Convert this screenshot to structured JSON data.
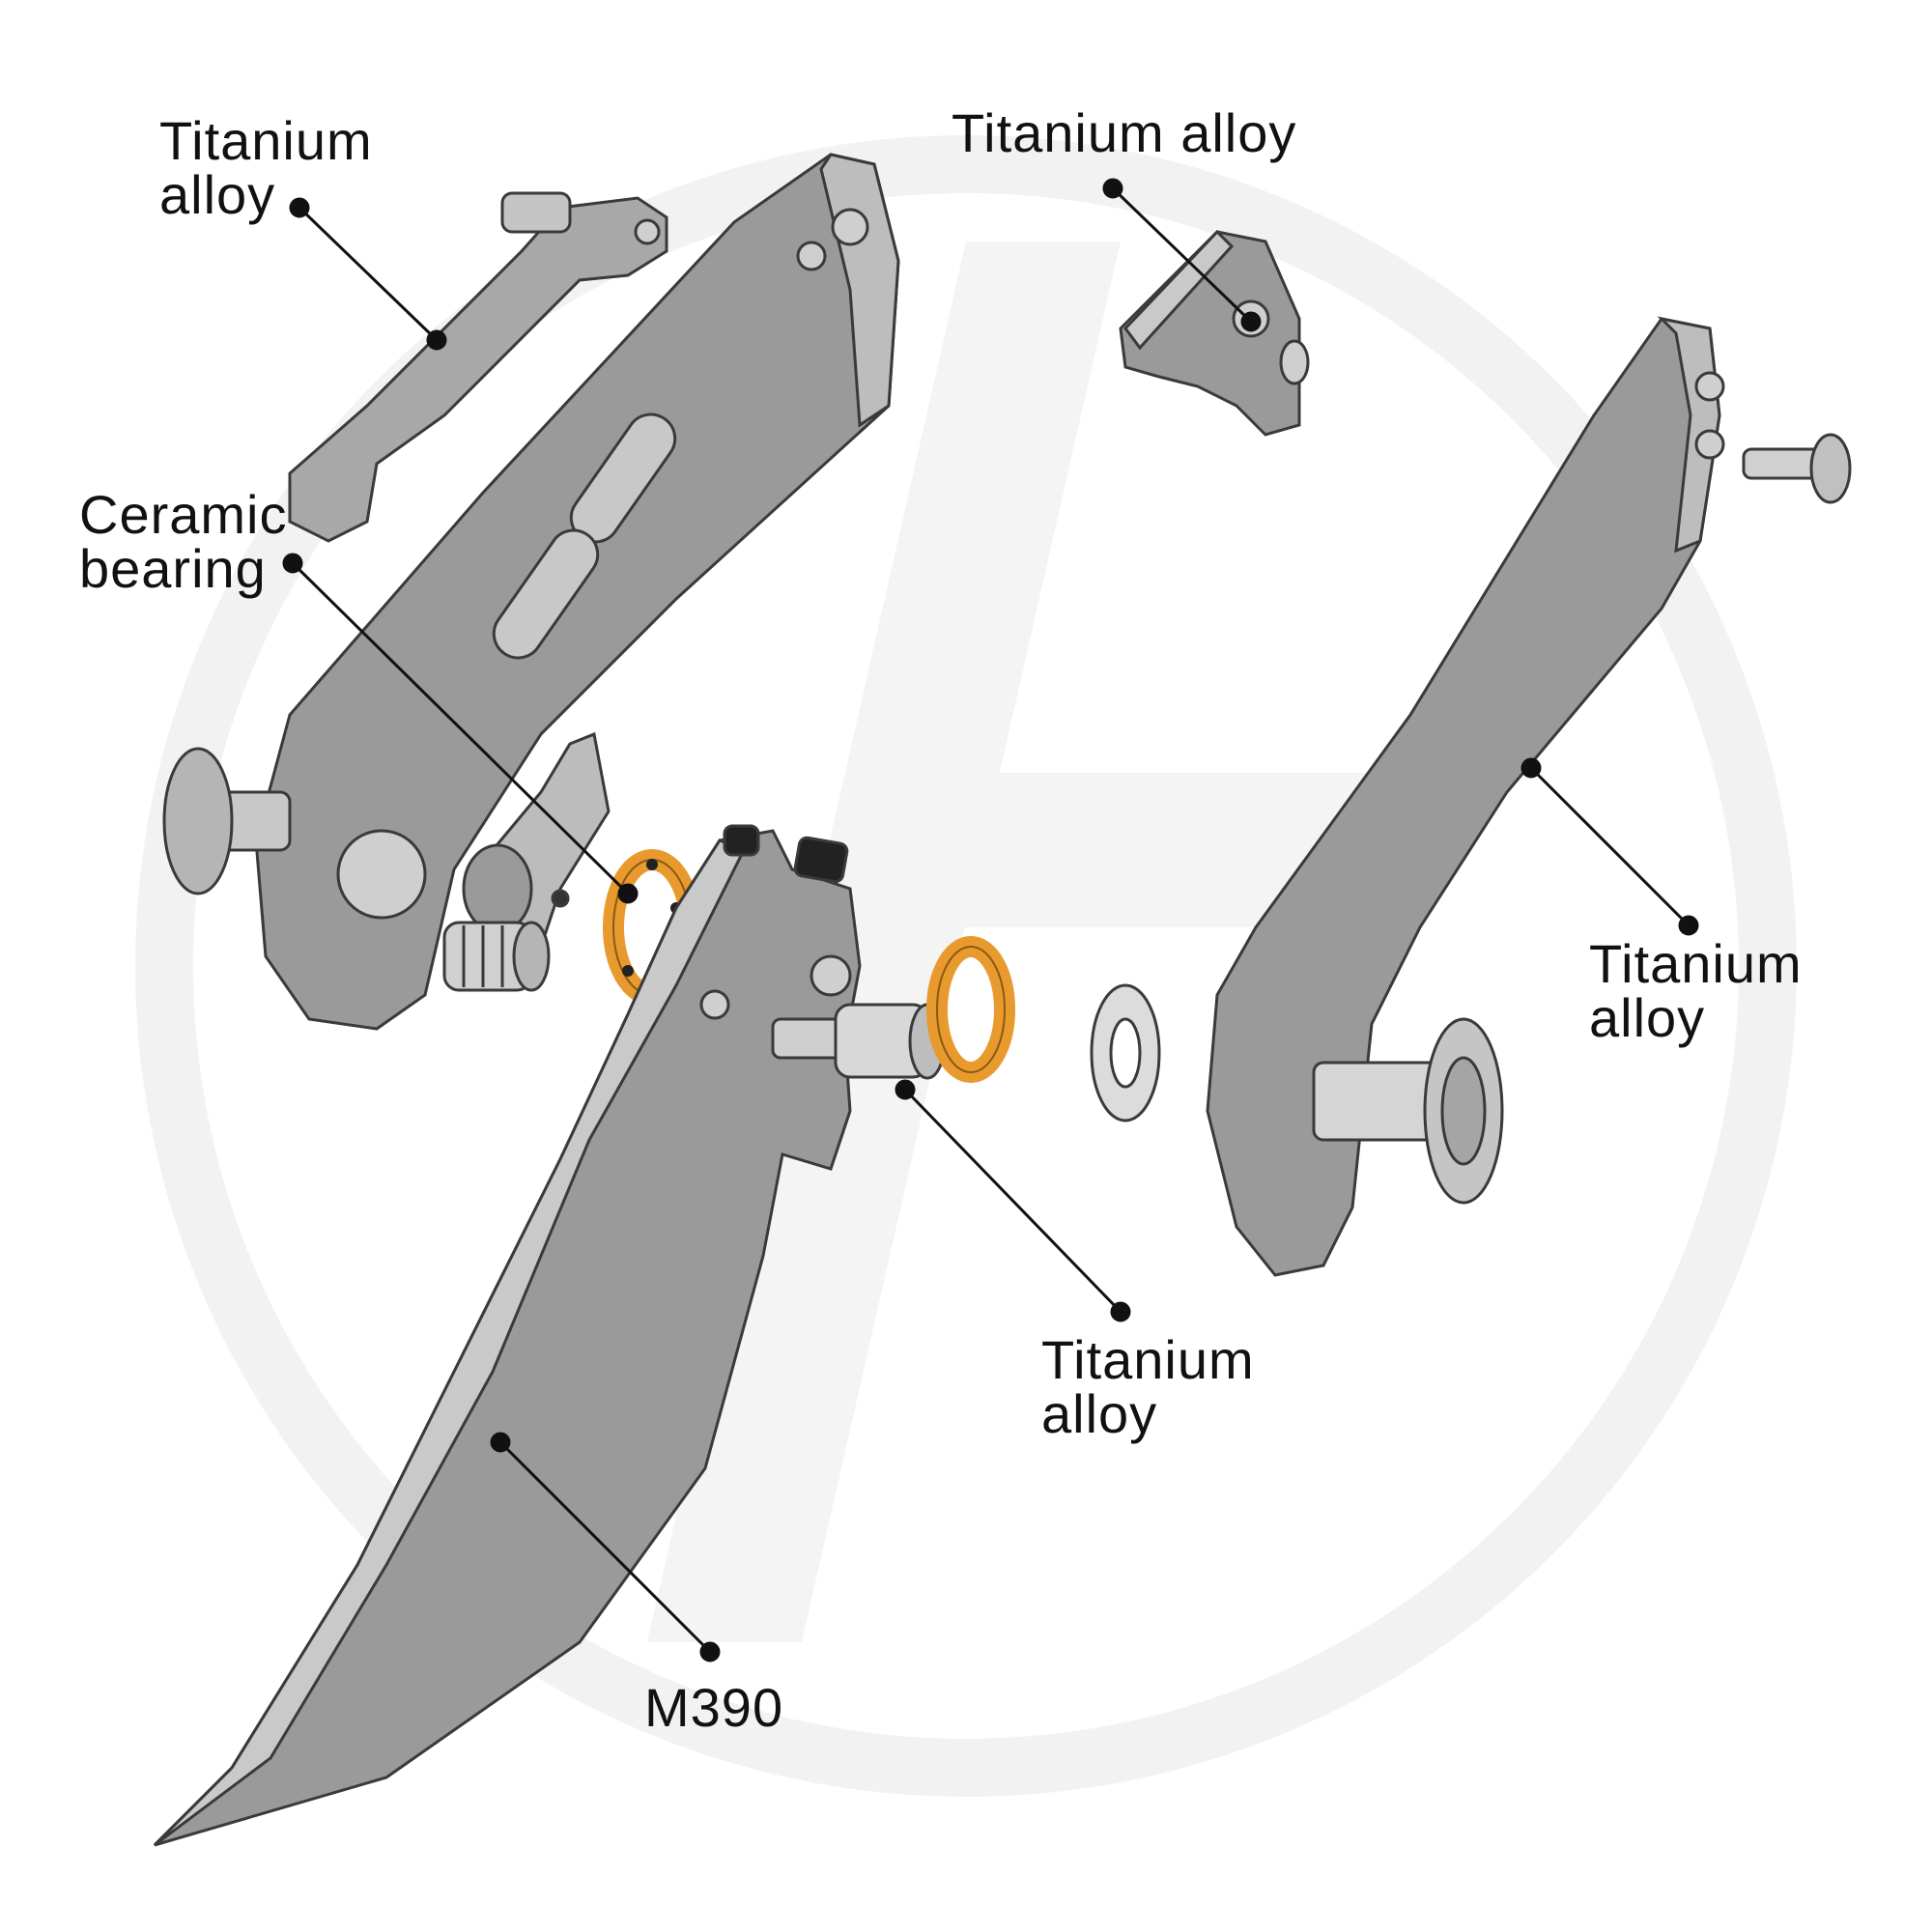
{
  "labels": {
    "clip": {
      "line1": "Titanium",
      "line2": "alloy"
    },
    "backspacer": {
      "line1": "Titanium alloy"
    },
    "bearing": {
      "line1": "Ceramic",
      "line2": "bearing"
    },
    "right_handle": {
      "line1": "Titanium",
      "line2": "alloy"
    },
    "pivot": {
      "line1": "Titanium",
      "line2": "alloy"
    },
    "blade": {
      "line1": "M390"
    }
  },
  "colors": {
    "part_fill": "#9a9a9a",
    "part_light": "#c9c9c9",
    "part_dark": "#6e6e6e",
    "outline": "#3a3a3a",
    "bearing": "#e89a2e",
    "leader": "#111111",
    "watermark": "#f1f1f1"
  }
}
